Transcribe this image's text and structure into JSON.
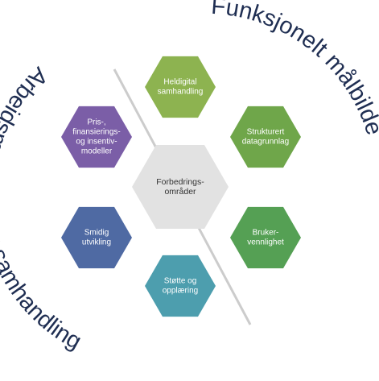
{
  "arc_texts": {
    "right": "Funksjonelt målbilde",
    "left": "Arbeidsmetoder og samhandling"
  },
  "center": {
    "label_lines": [
      "Forbedrings-",
      "områder"
    ],
    "color": "#e2e2e2"
  },
  "hexagons": [
    {
      "id": "heldigital",
      "label_lines": [
        "Heldigital",
        "samhandling"
      ],
      "color": "#8db350"
    },
    {
      "id": "strukturert",
      "label_lines": [
        "Strukturert",
        "datagrunnlag"
      ],
      "color": "#6fa64a"
    },
    {
      "id": "brukervennlighet",
      "label_lines": [
        "Bruker-",
        "vennlighet"
      ],
      "color": "#55a054"
    },
    {
      "id": "stotte",
      "label_lines": [
        "Støtte og",
        "opplæring"
      ],
      "color": "#4d9eae"
    },
    {
      "id": "smidig",
      "label_lines": [
        "Smidig",
        "utvikling"
      ],
      "color": "#4f6aa3"
    },
    {
      "id": "pris",
      "label_lines": [
        "Pris-,",
        "finansierings-",
        "og insentiv-",
        "modeller"
      ],
      "color": "#7b5ea7"
    }
  ],
  "divider_color": "#cccccc"
}
